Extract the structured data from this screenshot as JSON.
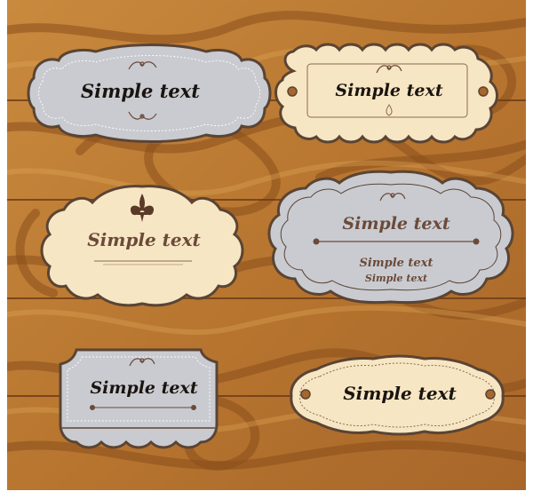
{
  "labels": {
    "gray_oval_top_left": "Simple text",
    "cream_scallop_top_right": "Simple text",
    "cream_cloud_mid_left": "Simple text",
    "gray_cloud_mid_right": {
      "title": "Simple text",
      "line1": "Simple text",
      "line2": "Simple text"
    },
    "gray_banner_bottom_left": "Simple text",
    "cream_oval_bottom_right": "Simple text"
  },
  "colors": {
    "wood_light": "#c98a3e",
    "wood_dark": "#8a4f1c",
    "plank_line": "#6b3a14",
    "gray_label": "#c9cbd0",
    "cream_label": "#f7e6c3",
    "outline": "#5a4434",
    "text_dark": "#1a1410",
    "text_brown": "#6b4a3a",
    "ornament": "#6b4a3a"
  },
  "icons": [
    "swirl-ornament-icon",
    "fleur-de-lis-icon",
    "drop-ornament-icon",
    "hanging-hole-icon"
  ]
}
